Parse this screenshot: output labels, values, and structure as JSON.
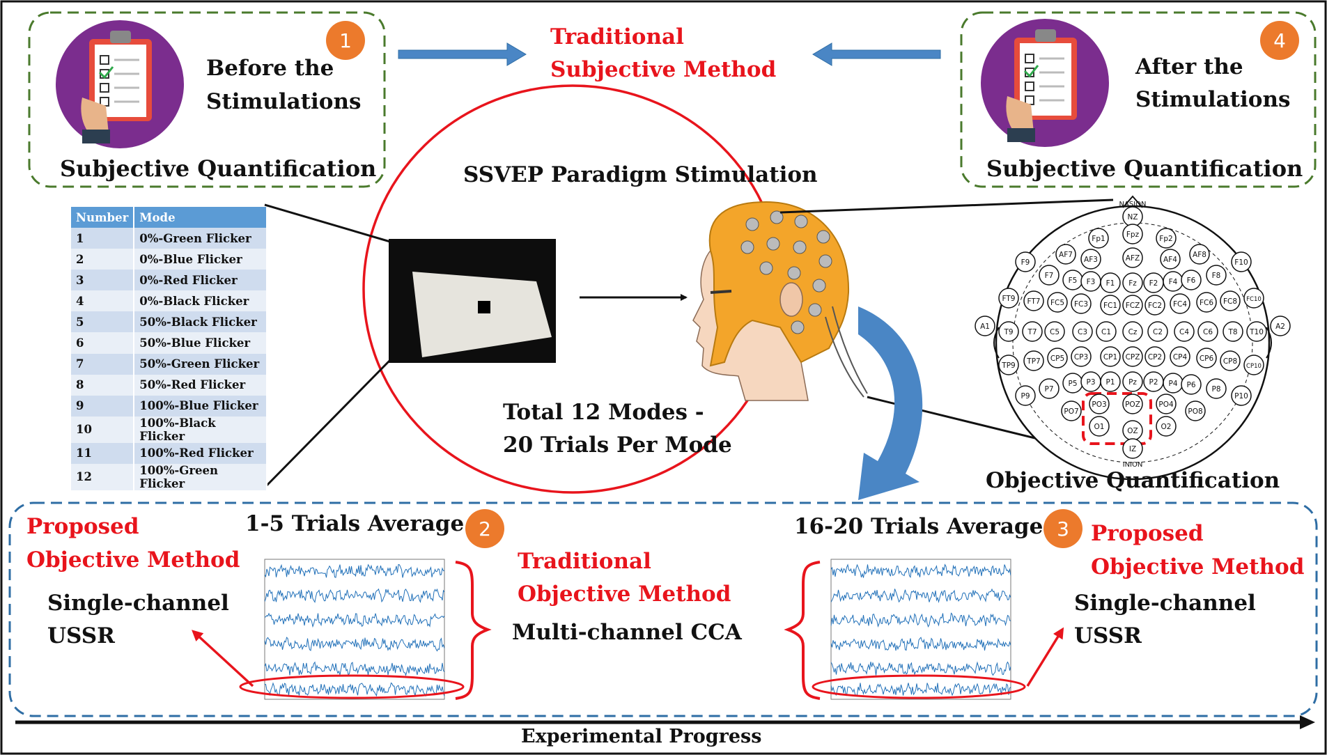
{
  "steps": {
    "before": {
      "badge": "1",
      "title_line1": "Before the",
      "title_line2": "Stimulations",
      "caption": "Subjective Quantification"
    },
    "after": {
      "badge": "4",
      "title_line1": "After the",
      "title_line2": "Stimulations",
      "caption": "Subjective Quantification"
    },
    "avg_short": {
      "badge": "2",
      "title": "1-5 Trials Average"
    },
    "avg_long": {
      "badge": "3",
      "title": "16-20 Trials Average"
    }
  },
  "traditional_subjective": {
    "line1": "Traditional",
    "line2": "Subjective Method"
  },
  "stimulation": {
    "title": "SSVEP Paradigm Stimulation",
    "total_line1": "Total 12 Modes -",
    "total_line2": "20 Trials Per Mode"
  },
  "objective_quantification": "Objective Quantification",
  "left_method": {
    "proposed_line1": "Proposed",
    "proposed_line2": "Objective Method",
    "algo_line1": "Single-channel",
    "algo_line2": "USSR"
  },
  "right_method": {
    "proposed_line1": "Proposed",
    "proposed_line2": "Objective Method",
    "algo_line1": "Single-channel",
    "algo_line2": "USSR"
  },
  "traditional_objective": {
    "line1": "Traditional",
    "line2": "Objective Method",
    "algo": "Multi-channel CCA"
  },
  "timeline_label": "Experimental Progress",
  "modes_table": {
    "headers": [
      "Number",
      "Mode"
    ],
    "rows": [
      [
        "1",
        "0%-Green Flicker"
      ],
      [
        "2",
        "0%-Blue Flicker"
      ],
      [
        "3",
        "0%-Red Flicker"
      ],
      [
        "4",
        "0%-Black Flicker"
      ],
      [
        "5",
        "50%-Black Flicker"
      ],
      [
        "6",
        "50%-Blue Flicker"
      ],
      [
        "7",
        "50%-Green Flicker"
      ],
      [
        "8",
        "50%-Red Flicker"
      ],
      [
        "9",
        "100%-Blue Flicker"
      ],
      [
        "10",
        "100%-Black Flicker"
      ],
      [
        "11",
        "100%-Red Flicker"
      ],
      [
        "12",
        "100%-Green Flicker"
      ]
    ]
  },
  "eeg_map": {
    "top_label": "NASION",
    "bottom_label": "INION",
    "electrodes": [
      "NZ",
      "Fp1",
      "Fp2",
      "Fpz",
      "AF7",
      "AF3",
      "AFZ",
      "AF4",
      "AF8",
      "F9",
      "F7",
      "F5",
      "F3",
      "F1",
      "Fz",
      "F2",
      "F4",
      "F6",
      "F8",
      "F10",
      "FT9",
      "FT7",
      "FC5",
      "FC3",
      "FC1",
      "FCZ",
      "FC2",
      "FC4",
      "FC6",
      "FC8",
      "FC10",
      "A1",
      "T9",
      "T7",
      "C5",
      "C3",
      "C1",
      "Cz",
      "C2",
      "C4",
      "C6",
      "T8",
      "T10",
      "A2",
      "TP9",
      "TP7",
      "CP5",
      "CP3",
      "CP1",
      "CPZ",
      "CP2",
      "CP4",
      "CP6",
      "CP8",
      "CP10",
      "P9",
      "P7",
      "P5",
      "P3",
      "P1",
      "Pz",
      "P2",
      "P4",
      "P6",
      "P8",
      "P10",
      "PO7",
      "PO3",
      "POZ",
      "PO4",
      "PO8",
      "O1",
      "OZ",
      "O2",
      "IZ"
    ]
  },
  "colors": {
    "red": "#e8141c",
    "green_dash": "#4a7a2c",
    "blue_dash": "#2e6da4",
    "arrow_blue": "#4a86c5",
    "badge": "#ec7a2c",
    "signal": "#1f6fb8",
    "cap": "#f3a52a"
  }
}
